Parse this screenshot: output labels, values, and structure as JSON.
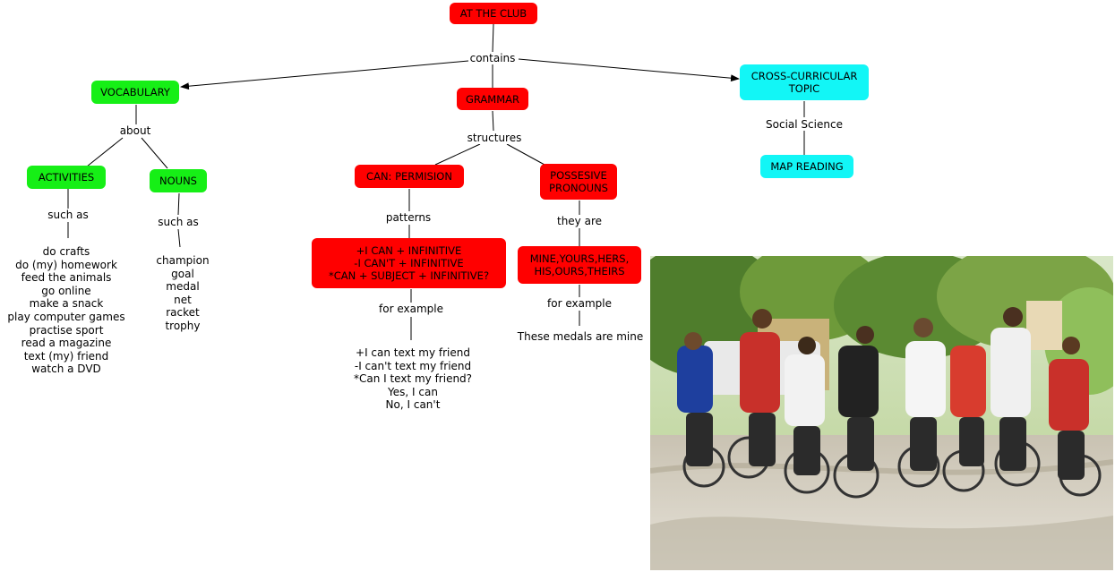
{
  "nodes": {
    "root": "AT THE CLUB",
    "vocabulary": "VOCABULARY",
    "grammar": "GRAMMAR",
    "crosscurricular": "CROSS-CURRICULAR\nTOPIC",
    "activities": "ACTIVITIES",
    "nouns": "NOUNS",
    "can_permision": "CAN: PERMISION",
    "possesive": "POSSESIVE\nPRONOUNS",
    "map_reading": "MAP READING",
    "can_patterns": "+I CAN + INFINITIVE\n-I CAN'T + INFINITIVE\n*CAN + SUBJECT + INFINITIVE?",
    "pronouns_list": "MINE,YOURS,HERS,\nHIS,OURS,THEIRS"
  },
  "links": {
    "contains": "contains",
    "about": "about",
    "structures": "structures",
    "social_science": "Social Science",
    "such_as_1": "such as",
    "such_as_2": "such as",
    "patterns": "patterns",
    "they_are": "they are",
    "for_example_1": "for example",
    "for_example_2": "for example"
  },
  "activities_list": [
    "do crafts",
    "do (my) homework",
    "feed the animals",
    "go online",
    "make a snack",
    "play computer games",
    "practise sport",
    "read a magazine",
    "text (my) friend",
    "watch a DVD"
  ],
  "nouns_list": [
    "champion",
    "goal",
    "medal",
    "net",
    "racket",
    "trophy"
  ],
  "can_examples": [
    "+I can text my friend",
    "-I can't text my friend",
    "*Can I text my friend?",
    "Yes, I can",
    "No, I can't"
  ],
  "pronoun_example": "These medals are mine",
  "colors": {
    "red": "#ff0000",
    "green": "#16ef16",
    "cyan": "#12f6f6"
  },
  "photo": {
    "icon": "cyclists-photo"
  }
}
